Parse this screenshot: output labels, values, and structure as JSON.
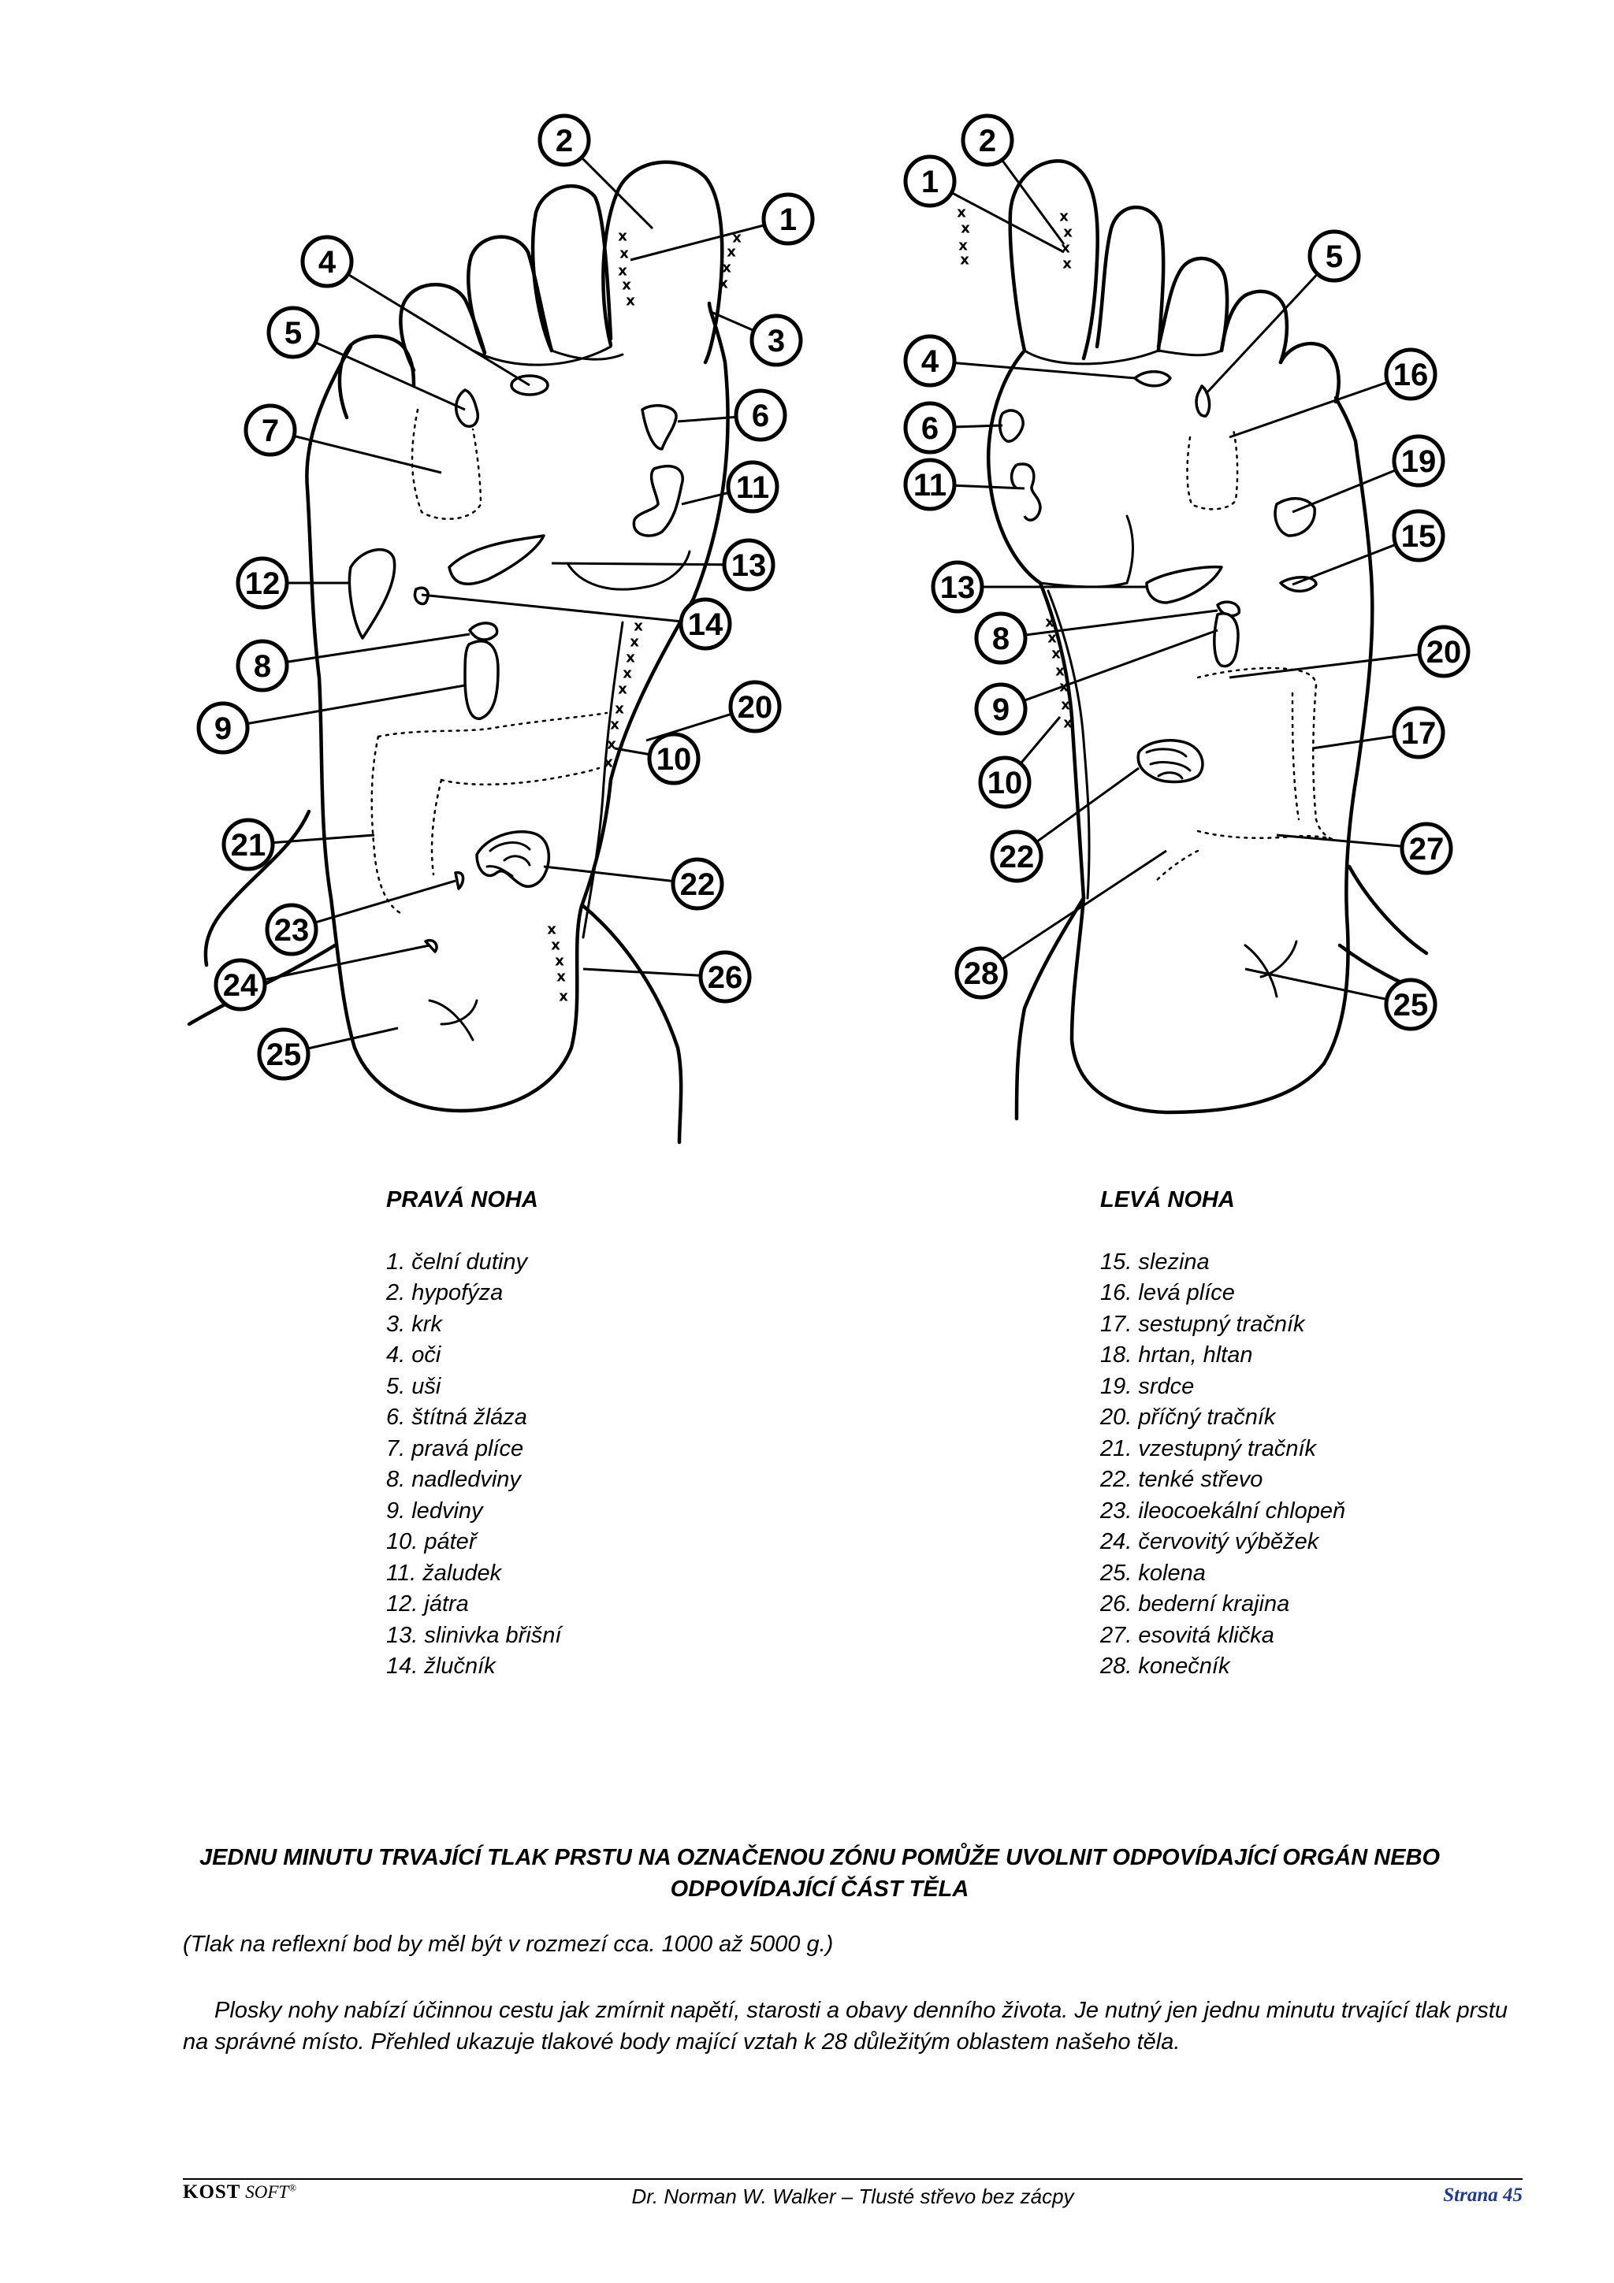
{
  "diagram": {
    "right_foot_markers": [
      "2",
      "1",
      "4",
      "3",
      "5",
      "6",
      "7",
      "11",
      "13",
      "12",
      "14",
      "8",
      "9",
      "20",
      "10",
      "21",
      "22",
      "23",
      "24",
      "26",
      "25"
    ],
    "left_foot_markers": [
      "2",
      "1",
      "5",
      "4",
      "16",
      "6",
      "19",
      "11",
      "15",
      "13",
      "20",
      "8",
      "9",
      "17",
      "10",
      "22",
      "27",
      "28",
      "25"
    ]
  },
  "legend": {
    "right": {
      "title": "PRAVÁ NOHA",
      "items": [
        "1. čelní dutiny",
        "2. hypofýza",
        "3. krk",
        "4. oči",
        "5. uši",
        "6. štítná žláza",
        "7. pravá plíce",
        "8. nadledviny",
        "9. ledviny",
        "10. páteř",
        "11. žaludek",
        "12. játra",
        "13. slinivka břišní",
        "14. žlučník"
      ]
    },
    "left": {
      "title": "LEVÁ NOHA",
      "items": [
        "15. slezina",
        "16. levá plíce",
        "17. sestupný tračník",
        "18. hrtan, hltan",
        "19. srdce",
        "20. příčný tračník",
        "21. vzestupný tračník",
        "22. tenké střevo",
        "23. ileocoekální chlopeň",
        "24. červovitý výběžek",
        "25. kolena",
        "26. bederní krajina",
        "27. esovitá klička",
        "28. konečník"
      ]
    }
  },
  "notice": "JEDNU MINUTU TRVAJÍCÍ TLAK PRSTU NA OZNAČENOU ZÓNU POMŮŽE UVOLNIT ODPOVÍDAJÍCÍ ORGÁN NEBO ODPOVÍDAJÍCÍ ČÁST TĚLA",
  "note": "(Tlak na reflexní bod by měl být v rozmezí cca. 1000 až 5000 g.)",
  "paragraph": "Plosky nohy nabízí účinnou cestu jak zmírnit napětí, starosti a obavy denního života. Je nutný jen jednu minutu trvající tlak prstu na správné místo. Přehled ukazuje tlakové body mající vztah k 28 důležitým oblastem našeho těla.",
  "footer": {
    "brand_bold": "KOST",
    "brand_italic": "SOFT",
    "brand_mark": "®",
    "center": "Dr. Norman W. Walker – Tlusté střevo bez zácpy",
    "page": "Strana 45"
  }
}
